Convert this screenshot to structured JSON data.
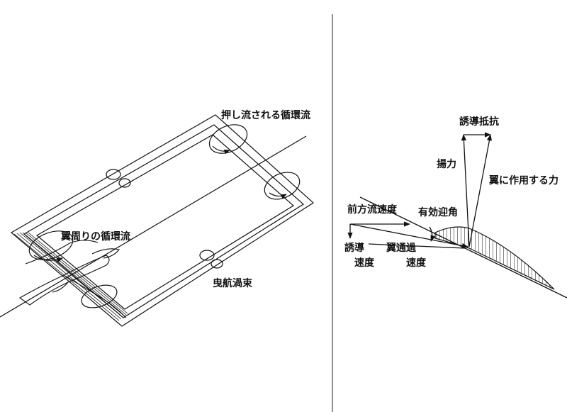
{
  "left_diagram": {
    "label_pushed_circulation": "押し流される循環流",
    "label_wing_circulation": "翼周りの循環流",
    "label_trailing_vortex": "曳航渦束"
  },
  "right_diagram": {
    "label_induced_drag": "誘導抵抗",
    "label_lift": "揚力",
    "label_force_on_wing": "翼に作用する力",
    "label_freestream_velocity": "前方流速度",
    "label_effective_aoa": "有効迎角",
    "label_induced_velocity_1": "誘導",
    "label_induced_velocity_2": "速度",
    "label_wing_passing_velocity_1": "翼通過",
    "label_wing_passing_velocity_2": "速度"
  },
  "colors": {
    "ink": "#111111",
    "background": "#ffffff"
  }
}
